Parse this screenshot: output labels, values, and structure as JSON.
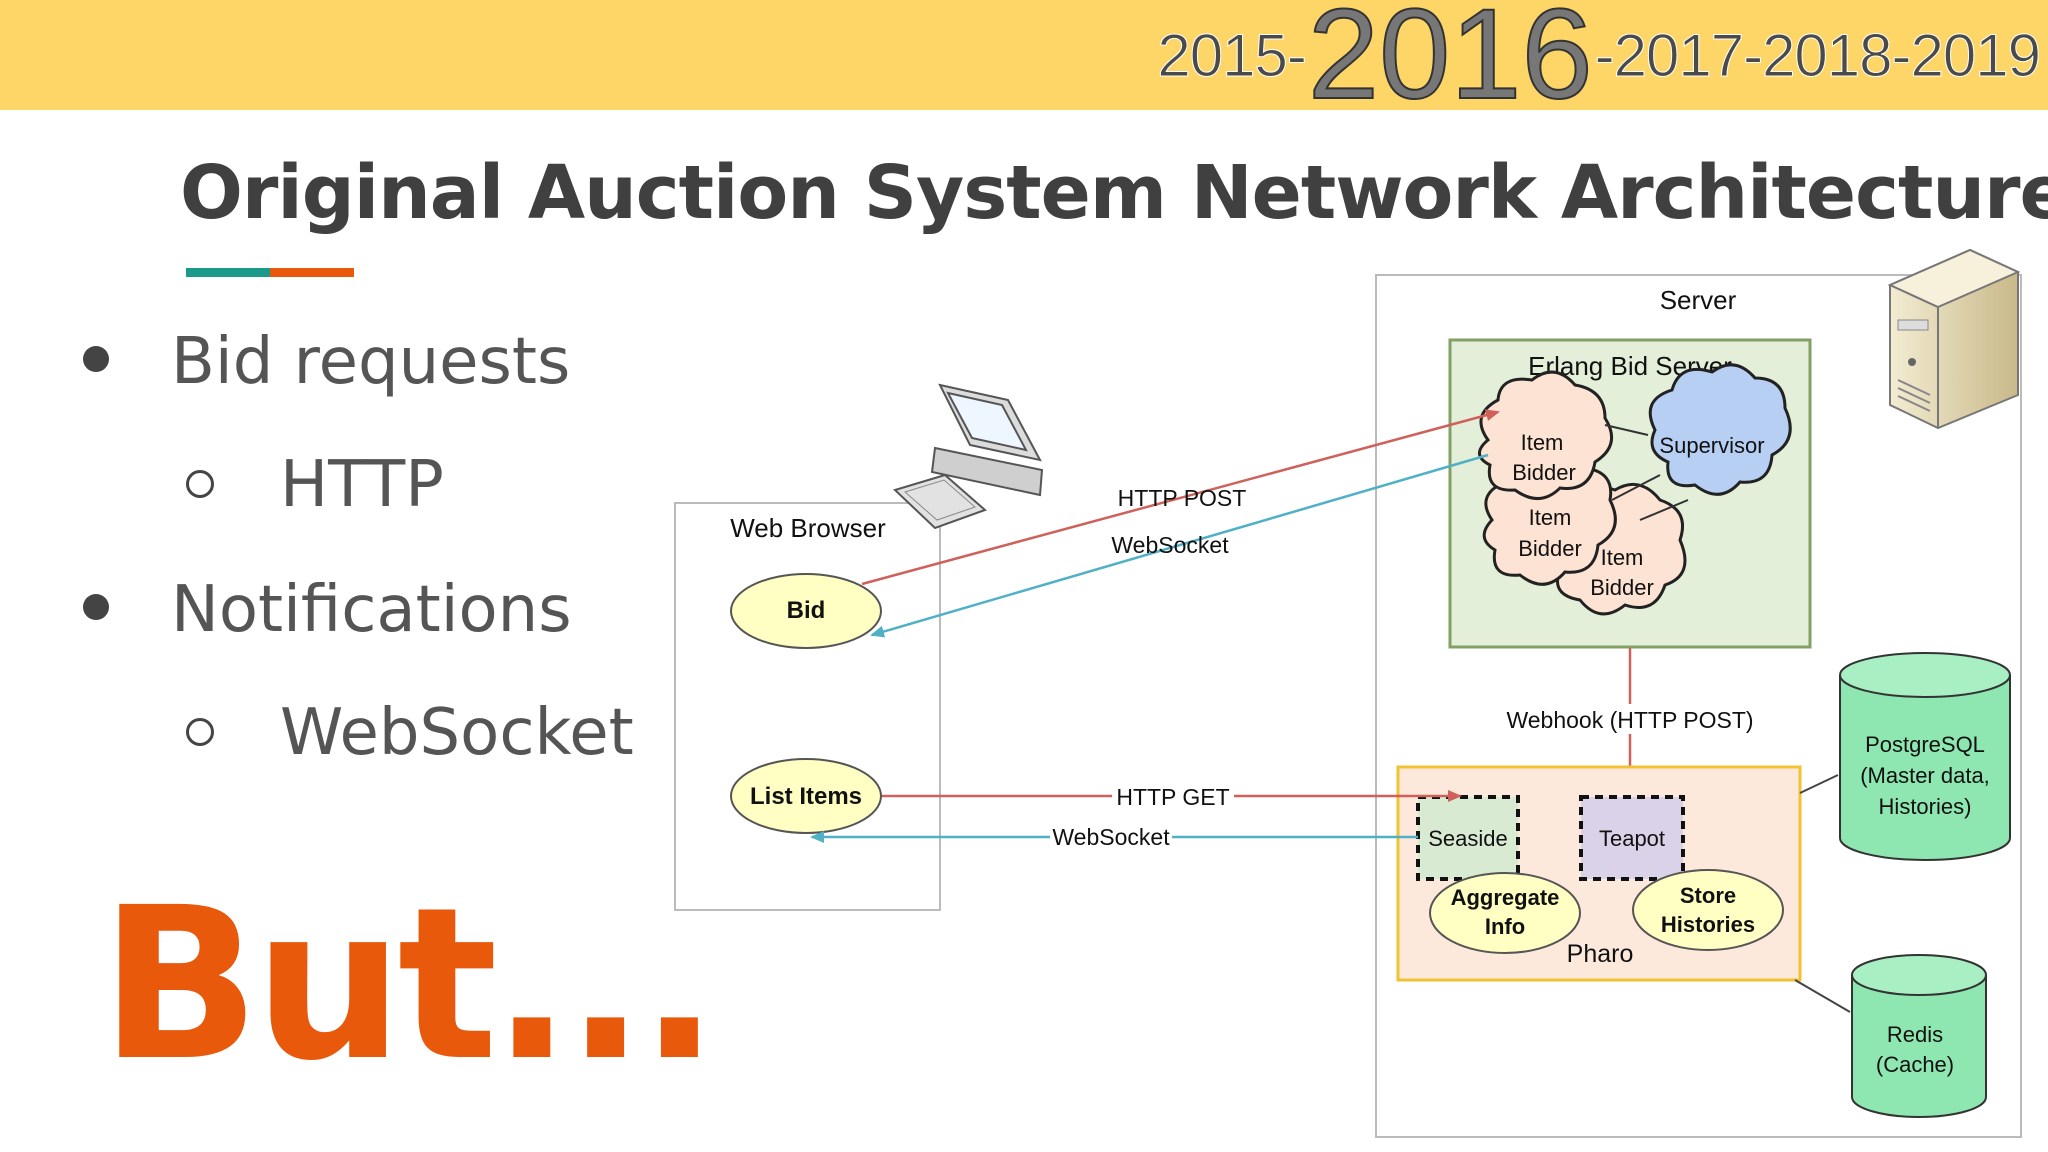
{
  "banner": {
    "year_before": "2015-",
    "year_current": "2016",
    "year_after": "-2017-2018-2019"
  },
  "slide": {
    "title": "Original Auction System Network Architecture",
    "bullets": [
      {
        "level": 1,
        "text": "Bid requests"
      },
      {
        "level": 2,
        "text": "HTTP"
      },
      {
        "level": 1,
        "text": "Notifications"
      },
      {
        "level": 2,
        "text": "WebSocket"
      }
    ],
    "punchline": "But..."
  },
  "diagram": {
    "web_browser": "Web Browser",
    "bid": "Bid",
    "list_items": "List Items",
    "http_post": "HTTP POST",
    "websocket_top": "WebSocket",
    "http_get": "HTTP GET",
    "websocket_bottom": "WebSocket",
    "server": "Server",
    "erlang_bid_server": "Erlang Bid Server",
    "item_bidder_1a": "Item",
    "item_bidder_1b": "Bidder",
    "item_bidder_2a": "Item",
    "item_bidder_2b": "Bidder",
    "item_bidder_3a": "Item",
    "item_bidder_3b": "Bidder",
    "supervisor": "Supervisor",
    "webhook": "Webhook (HTTP POST)",
    "seaside": "Seaside",
    "teapot": "Teapot",
    "aggregate_a": "Aggregate",
    "aggregate_b": "Info",
    "store_a": "Store",
    "store_b": "Histories",
    "pharo": "Pharo",
    "postgres_a": "PostgreSQL",
    "postgres_b": "(Master data,",
    "postgres_c": "Histories)",
    "redis_a": "Redis",
    "redis_b": "(Cache)"
  },
  "colors": {
    "banner": "#fdd667",
    "accent_teal": "#1b998b",
    "accent_orange": "#e8590c",
    "arrow_red": "#d0605a",
    "arrow_blue": "#4fb0c6",
    "ellipse_fill": "#ffffc4",
    "cloud_pink": "#fde3d3",
    "cloud_blue": "#b7cff3",
    "erlang_fill": "#e3efd9",
    "pharo_fill": "#fde9dc",
    "db_fill": "#8ee6b1"
  }
}
